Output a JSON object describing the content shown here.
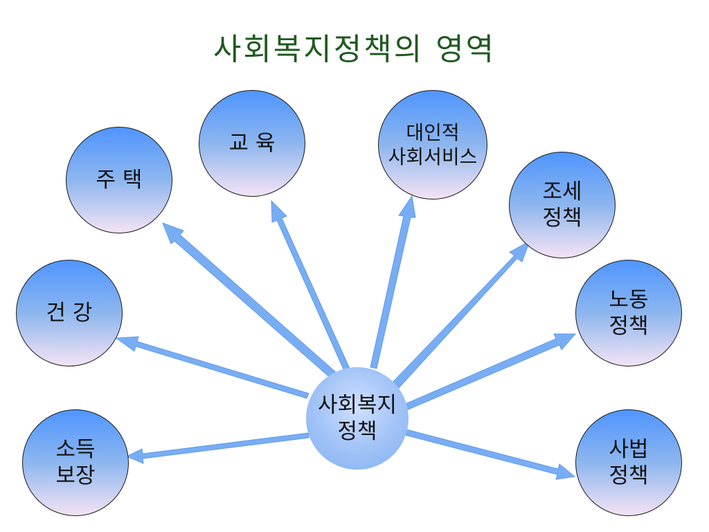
{
  "title": "사회복지정책의 영역",
  "center": {
    "line1": "사회복지",
    "line2": "정책"
  },
  "nodes": [
    {
      "id": "housing",
      "line1": "주 택",
      "line2": ""
    },
    {
      "id": "education",
      "line1": "교 육",
      "line2": ""
    },
    {
      "id": "personal-social-services",
      "line1": "대인적",
      "line2": "사회서비스"
    },
    {
      "id": "tax-policy",
      "line1": "조세",
      "line2": "정책"
    },
    {
      "id": "health",
      "line1": "건 강",
      "line2": ""
    },
    {
      "id": "labor-policy",
      "line1": "노동",
      "line2": "정책"
    },
    {
      "id": "income-security",
      "line1": "소득",
      "line2": "보장"
    },
    {
      "id": "judicial-policy",
      "line1": "사법",
      "line2": "정책"
    }
  ],
  "colors": {
    "title": "#1f5a1f",
    "arrow": "#6fa8f2",
    "node_top": "#4f95ff",
    "node_bottom": "#f4e3f4"
  }
}
